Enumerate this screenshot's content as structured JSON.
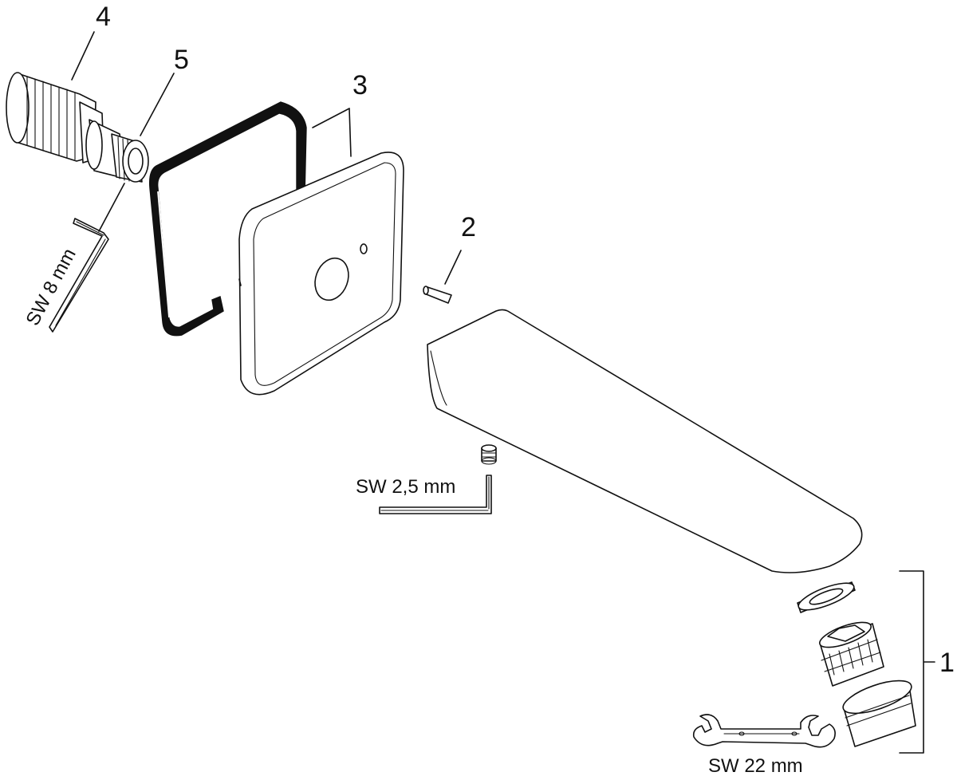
{
  "labels": {
    "part_1": "1",
    "part_2": "2",
    "part_3": "3",
    "part_4": "4",
    "part_5": "5"
  },
  "tools": {
    "hex_key_large": "SW 8 mm",
    "hex_key_small": "SW 2,5 mm",
    "wrench": "SW 22 mm"
  },
  "colors": {
    "line": "#111111",
    "background": "#ffffff"
  },
  "icons": [
    "threaded-connector-icon",
    "nipple-icon",
    "square-gasket-icon",
    "cover-plate-icon",
    "pin-icon",
    "spout-icon",
    "grub-screw-icon",
    "hex-key-icon",
    "washer-icon",
    "aerator-icon",
    "aerator-housing-icon",
    "wrench-icon"
  ]
}
